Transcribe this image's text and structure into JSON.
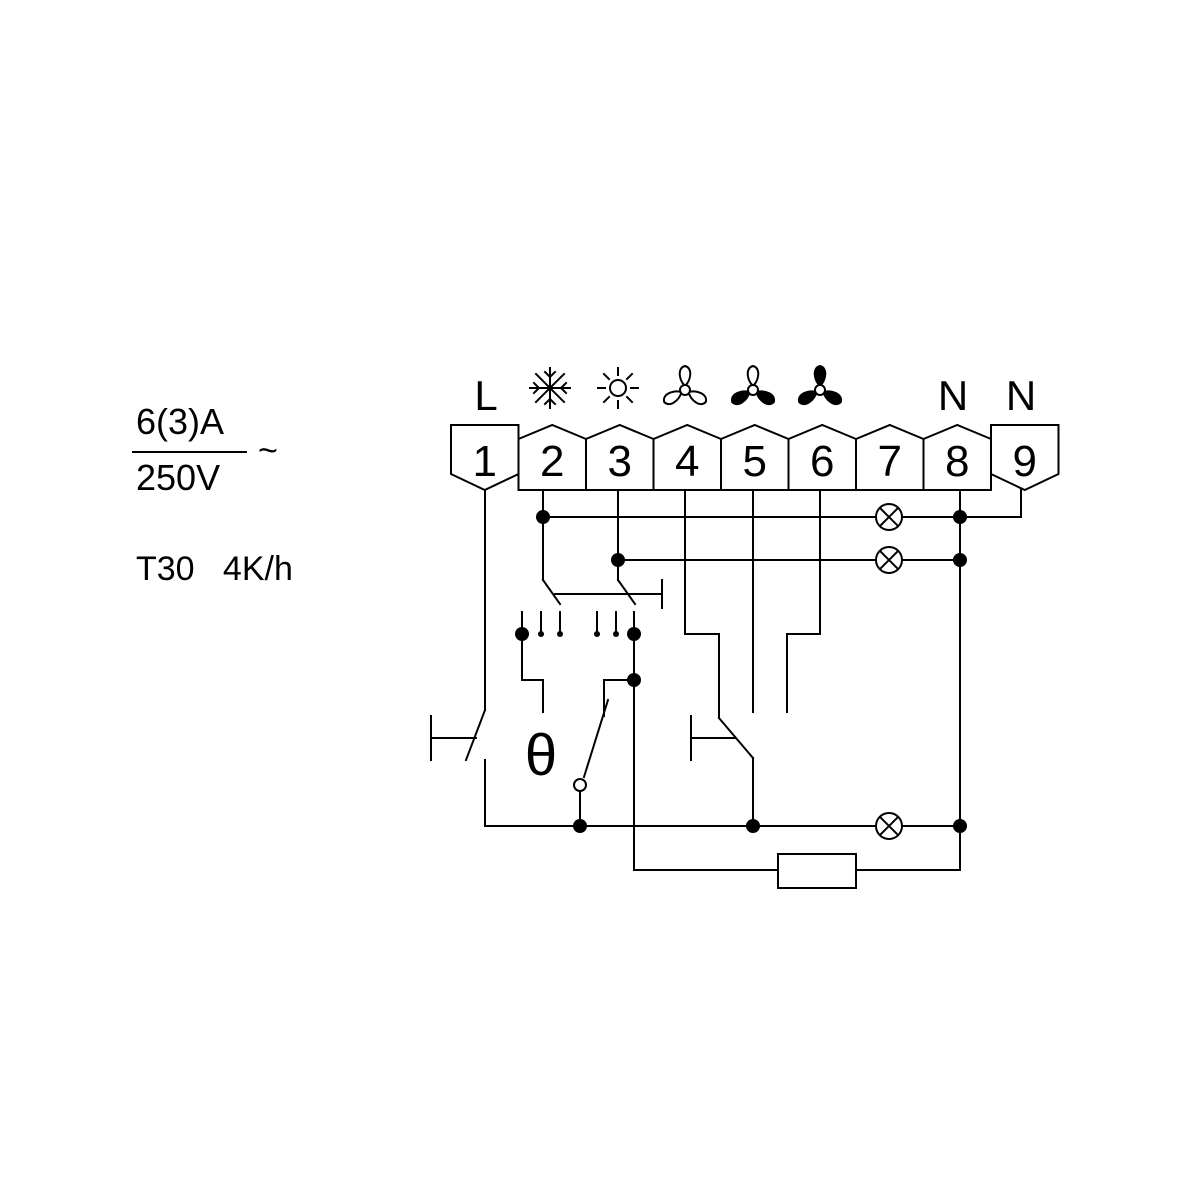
{
  "rating": {
    "current": "6(3)A",
    "voltage": "250V",
    "ac_symbol": "~",
    "spec": "T30   4K/h"
  },
  "terminals": [
    {
      "number": "1",
      "top_label": "L",
      "top_icon": ""
    },
    {
      "number": "2",
      "top_label": "",
      "top_icon": "snowflake-icon"
    },
    {
      "number": "3",
      "top_label": "",
      "top_icon": "sun-icon"
    },
    {
      "number": "4",
      "top_label": "",
      "top_icon": "fan-low-icon"
    },
    {
      "number": "5",
      "top_label": "",
      "top_icon": "fan-medium-icon"
    },
    {
      "number": "6",
      "top_label": "",
      "top_icon": "fan-high-icon"
    },
    {
      "number": "7",
      "top_label": "",
      "top_icon": ""
    },
    {
      "number": "8",
      "top_label": "N",
      "top_icon": ""
    },
    {
      "number": "9",
      "top_label": "N",
      "top_icon": ""
    }
  ],
  "symbols": {
    "thermostat": "θ"
  },
  "colors": {
    "line": "#000000",
    "background": "#ffffff"
  }
}
